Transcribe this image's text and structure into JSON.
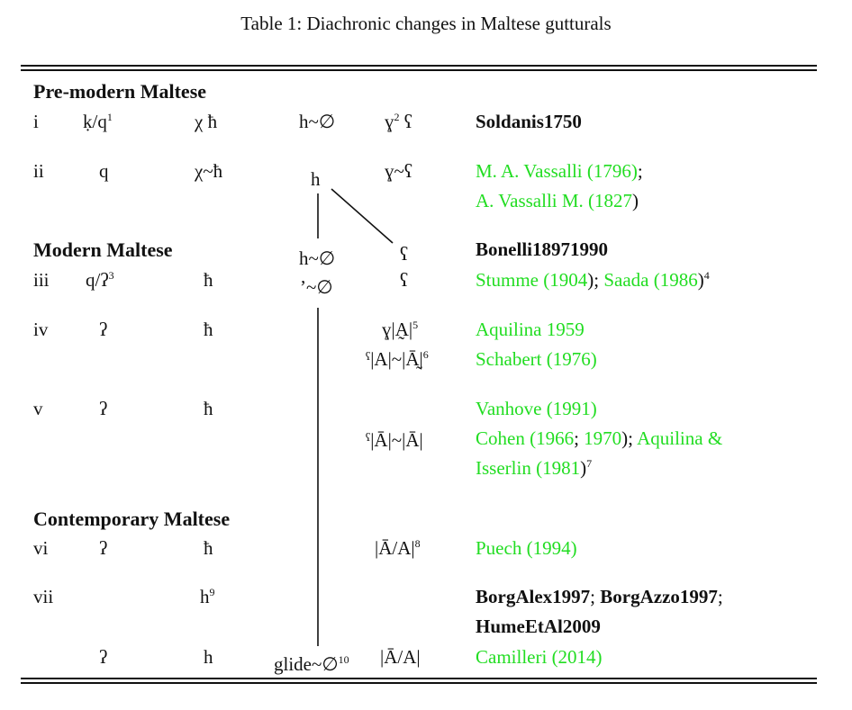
{
  "caption": "Table 1: Diachronic changes in Maltese gutturals",
  "colors": {
    "link": "#22dd22",
    "text": "#111111"
  },
  "sections": {
    "premodern": "Pre-modern Maltese",
    "modern": "Modern Maltese",
    "contemporary": "Contemporary Maltese"
  },
  "rows": {
    "i": {
      "label": "i",
      "c1": "ḳ/q",
      "c1_note": "1",
      "c2": "χ ħ",
      "c3": "h~∅",
      "c4": "ɣ",
      "c4_note": "2",
      "c4b": "ʕ",
      "ref": "Soldanis1750"
    },
    "ii": {
      "label": "ii",
      "c1": "q",
      "c2": "χ~ħ",
      "c3": "h",
      "c4": "ɣ~ʕ",
      "ref1": "M. A. Vassalli (1796)",
      "ref1_sep": ";",
      "ref2": "A. Vassalli M. (1827",
      "ref2_close": ")"
    },
    "mid": {
      "c3": "h~∅",
      "c4": "ʕ",
      "ref": "Bonelli18971990"
    },
    "iii": {
      "label": "iii",
      "c1": "q/ʔ",
      "c1_note": "3",
      "c2": "ħ",
      "c3": "’~∅",
      "c4": "ʕ",
      "ref1": "Stumme (1904",
      "ref1_close": ");",
      "ref2": "Saada (1986",
      "ref2_close": ")",
      "ref2_note": "4"
    },
    "iv": {
      "label": "iv",
      "c1": "ʔ",
      "c2": "ħ",
      "c4": "ɣ|A̰|",
      "c4_note": "5",
      "c4b": "ˤ|A|~|Ā̰|",
      "c4b_note": "6",
      "ref1": "Aquilina 1959",
      "ref2": "Schabert (1976)"
    },
    "v": {
      "label": "v",
      "c1": "ʔ",
      "c2": "ħ",
      "c4": "ˤ|Ā|~|Ā|",
      "ref1": "Vanhove (1991)",
      "ref2a": "Cohen (1966",
      "ref2_sep": ";",
      "ref2b": "1970",
      "ref2_close": ");",
      "ref2c": "Aquilina &",
      "ref3": "Isserlin (1981",
      "ref3_close": ")",
      "ref3_note": "7"
    },
    "vi": {
      "label": "vi",
      "c1": "ʔ",
      "c2": "ħ",
      "c4": "|Ā/A|",
      "c4_note": "8",
      "ref": "Puech (1994)"
    },
    "vii": {
      "label": "vii",
      "c2": "h",
      "c2_note": "9",
      "ref1a": "BorgAlex1997",
      "ref1_sep": ";",
      "ref1b": "BorgAzzo1997",
      "ref1_end": ";",
      "ref2": "HumeEtAl2009"
    },
    "last": {
      "c1": "ʔ",
      "c2": "h",
      "c3": "glide~∅",
      "c3_note": "10",
      "c4": "|Ā/A|",
      "ref": "Camilleri (2014)"
    }
  }
}
